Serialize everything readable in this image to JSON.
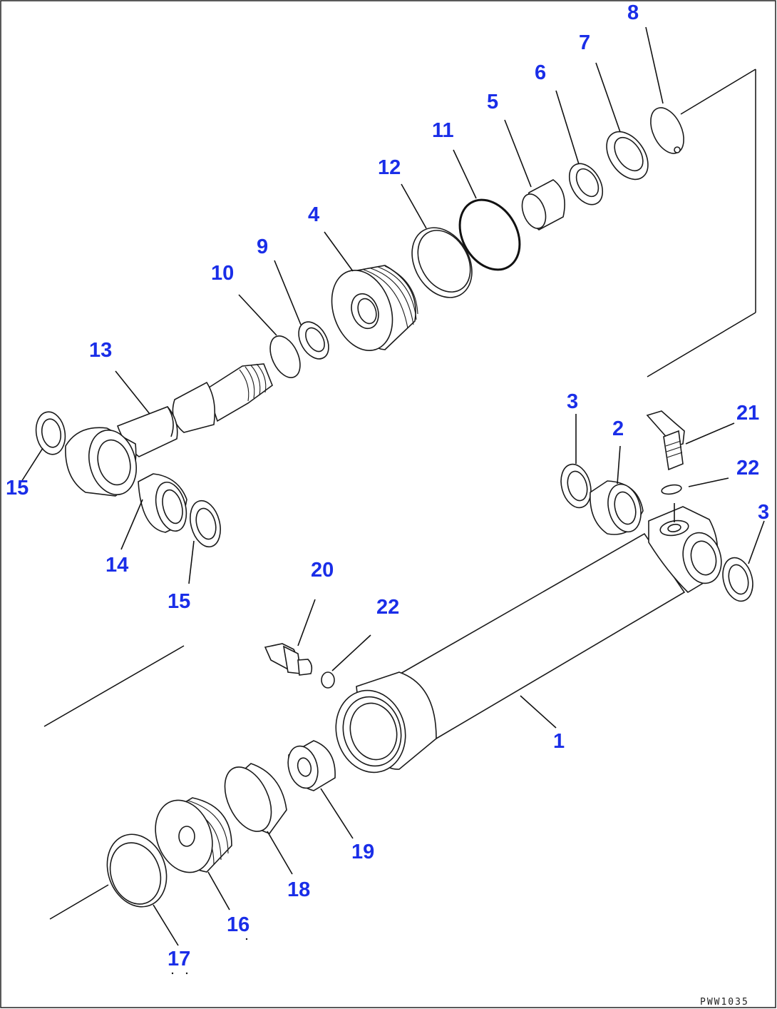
{
  "labels": {
    "p1": "1",
    "p2": "2",
    "p3a": "3",
    "p3b": "3",
    "p4": "4",
    "p5": "5",
    "p6": "6",
    "p7": "7",
    "p8": "8",
    "p9": "9",
    "p10": "10",
    "p11": "11",
    "p12": "12",
    "p13": "13",
    "p14": "14",
    "p15a": "15",
    "p15b": "15",
    "p16": "16",
    "p17": "17",
    "p18": "18",
    "p19": "19",
    "p20": "20",
    "p21": "21",
    "p22a": "22",
    "p22b": "22"
  },
  "reference_code": "PWW1035",
  "colors": {
    "label": "#1a2ee8",
    "line": "#1a1a1a",
    "background": "#ffffff"
  }
}
